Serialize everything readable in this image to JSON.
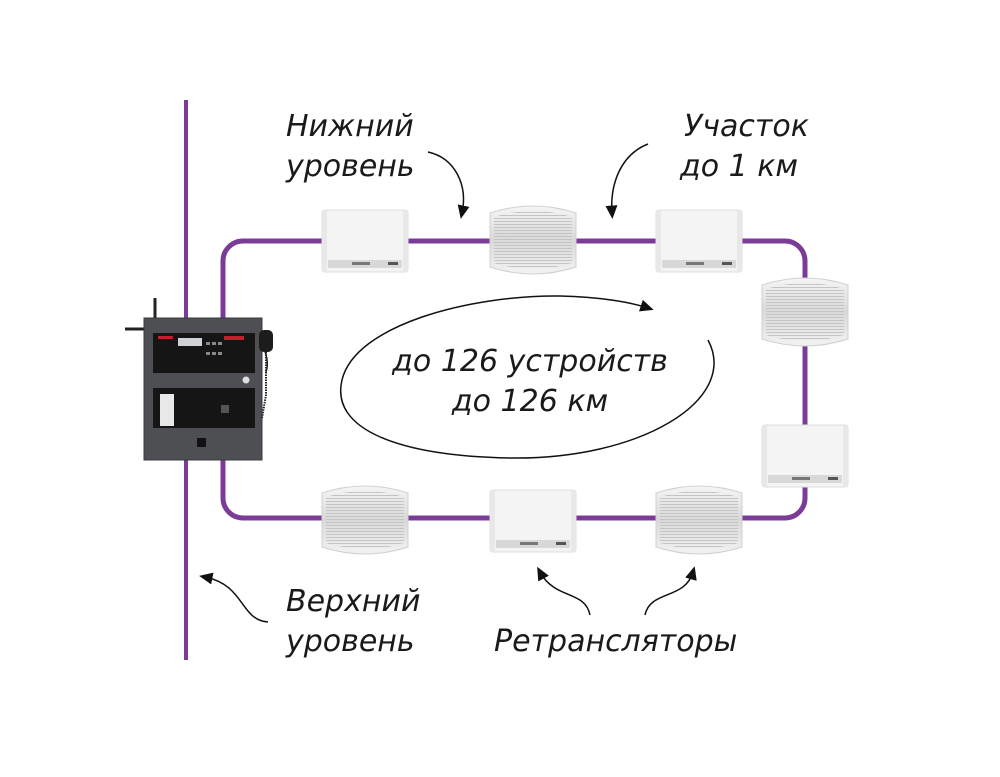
{
  "colors": {
    "line": "#7b3c98",
    "panel": "#4a4c50",
    "relay": "#f3f3f3"
  },
  "labels": {
    "lower_level": [
      "Нижний",
      "уровень"
    ],
    "segment": [
      "Участок",
      "до 1 км"
    ],
    "capacity": [
      "до 126 устройств",
      "до 126 км"
    ],
    "upper_level": [
      "Верхний",
      "уровень"
    ],
    "repeaters": "Ретрансляторы"
  }
}
